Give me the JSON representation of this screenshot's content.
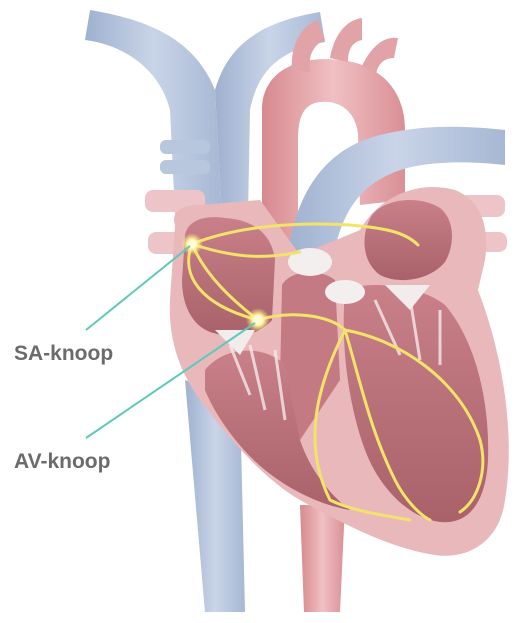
{
  "labels": {
    "sa_node": "SA-knoop",
    "av_node": "AV-knoop"
  },
  "colors": {
    "vein": "#b8c6de",
    "artery": "#e6aeb1",
    "myocardium": "#dba4a8",
    "chamber_interior": "#b86f77",
    "conduction": "#f2e36b",
    "leader_line": "#5fc9b8",
    "label_text": "#6b6b6b"
  },
  "icons": {
    "sa_node": "glow-node",
    "av_node": "glow-node"
  }
}
